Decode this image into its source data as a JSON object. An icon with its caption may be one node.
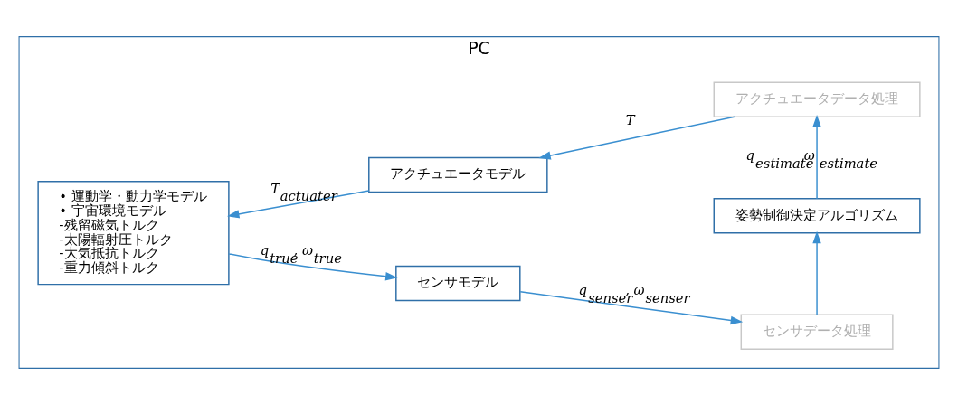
{
  "diagram": {
    "nodes": [
      {
        "text": [
          "PC"
        ]
      },
      {
        "text": [
          "• 運動学・動力学モデル",
          "• 宇宙環境モデル",
          "-残留磁気トルク",
          "-太陽輻射圧トルク",
          "-大気抵抗トルク",
          "-重力傾斜トルク"
        ],
        "in": 0
      },
      {
        "text": [
          "センサモデル"
        ],
        "in": 0
      },
      {
        "text": [
          "センサデータ処理"
        ],
        "in": 0
      },
      {
        "text": [
          "姿勢制御決定アルゴリズム"
        ],
        "in": 0
      },
      {
        "text": [
          "アクチュエータデータ処理"
        ],
        "in": 0
      },
      {
        "text": [
          "アクチュエータモデル"
        ],
        "in": 0
      }
    ],
    "edges": [
      {
        "from": 1,
        "to": 2,
        "arrow": "to",
        "label": "q$_{true}$, ω$_{true}$"
      },
      {
        "from": 2,
        "to": 3,
        "arrow": "to",
        "label": "q$_{senser}$, ω$_{senser}$"
      },
      {
        "from": 3,
        "to": 4,
        "arrow": "to"
      },
      {
        "from": 4,
        "to": 5,
        "arrow": "to",
        "label": "q$_{estimate}$ ω$_{estimate}$"
      },
      {
        "from": 5,
        "to": 6,
        "arrow": "to",
        "label": "T"
      },
      {
        "from": 6,
        "to": 1,
        "arrow": "to",
        "label": "T$_{actuater}$"
      }
    ]
  }
}
